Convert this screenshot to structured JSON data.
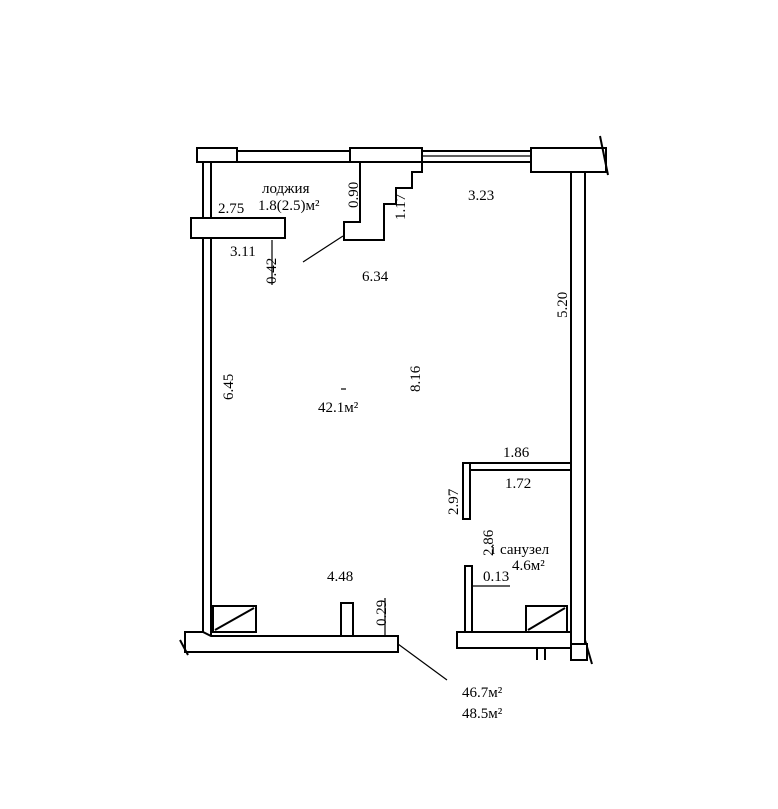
{
  "rooms": {
    "loggia_name": "лоджия",
    "loggia_area": "1.8(2.5)м²",
    "main_area": "42.1м²",
    "bathroom_name": "санузел",
    "bathroom_area": "4.6м²"
  },
  "totals": {
    "area_1": "46.7м²",
    "area_2": "48.5м²"
  },
  "dimensions": {
    "d_2_75": "2.75",
    "d_3_11": "3.11",
    "d_0_42": "0.42",
    "d_0_90": "0.90",
    "d_1_17": "1.17",
    "d_3_23": "3.23",
    "d_6_34": "6.34",
    "d_5_20": "5.20",
    "d_6_45": "6.45",
    "d_8_16": "8.16",
    "d_1_86": "1.86",
    "d_1_72": "1.72",
    "d_2_97": "2.97",
    "d_2_86": "2.86",
    "d_0_13": "0.13",
    "d_4_48": "4.48",
    "d_0_29": "0.29"
  }
}
